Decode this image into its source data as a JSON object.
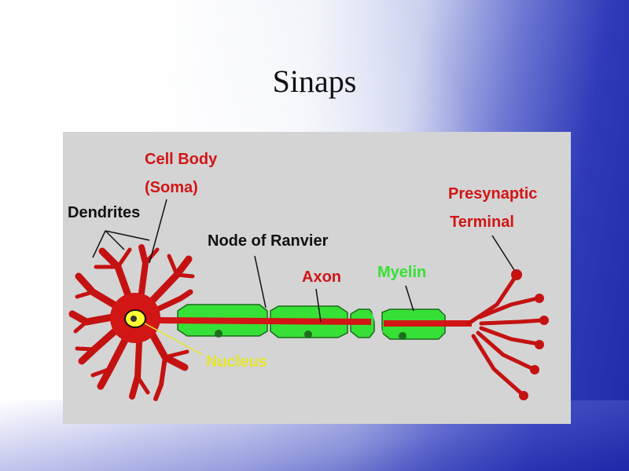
{
  "slide": {
    "title": "Sinaps"
  },
  "diagram": {
    "labels": {
      "cell_body_line1": "Cell Body",
      "cell_body_line2": "(Soma)",
      "dendrites": "Dendrites",
      "node_of_ranvier": "Node of Ranvier",
      "axon": "Axon",
      "myelin": "Myelin",
      "nucleus": "Nucleus",
      "presynaptic_line1": "Presynaptic",
      "presynaptic_line2": "Terminal"
    },
    "colors": {
      "panel": "#d4d4d4",
      "neuron": "#d21515",
      "myelin": "#37e036",
      "nucleus": "#ffff33",
      "label_red": "#d21515",
      "label_black": "#111111",
      "label_green": "#37e036",
      "label_yellow": "#e5e629"
    }
  }
}
